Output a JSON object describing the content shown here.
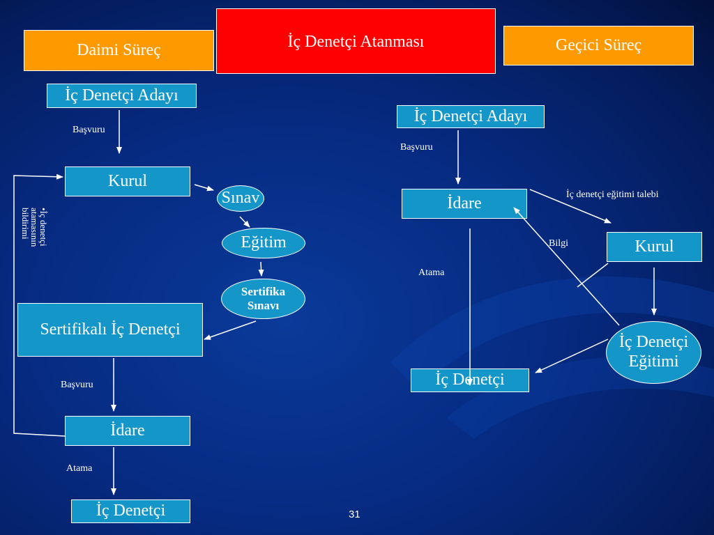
{
  "header": {
    "title": "İç Denetçi Atanması",
    "left_process": "Daimi Süreç",
    "right_process": "Geçici Süreç"
  },
  "left_flow": {
    "candidate": "İç Denetçi Adayı",
    "apply_label": "Başvuru",
    "board": "Kurul",
    "exam": "Sınav",
    "training": "Eğitim",
    "cert_exam": "Sertifika\nSınavı",
    "certified": "Sertifikalı İç Denetçi",
    "apply_label_2": "Başvuru",
    "administration": "İdare",
    "appointment_label": "Atama",
    "auditor": "İç Denetçi",
    "notify_note": "•İç denetçi\natamasının\nbildirimi"
  },
  "right_flow": {
    "candidate": "İç Denetçi Adayı",
    "apply_label": "Başvuru",
    "administration": "İdare",
    "training_request_label": "İç denetçi eğitimi talebi",
    "info_label": "Bilgi",
    "board": "Kurul",
    "appointment_label": "Atama",
    "training": "İç Denetçi\nEğitimi",
    "auditor": "İç Denetçi"
  },
  "footer": {
    "page_number": "31"
  },
  "colors": {
    "node_fill": "#1496c8",
    "header_orange": "#ff9900",
    "header_red": "#ff0000",
    "background": "#062a80"
  }
}
